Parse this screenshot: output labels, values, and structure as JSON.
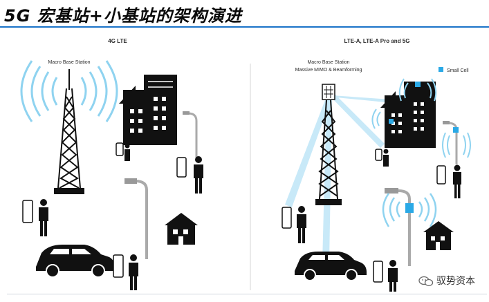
{
  "title": "5G 宏基站+小基站的架构演进",
  "left_panel": {
    "heading": "4G LTE",
    "station_label": "Macro Base Station"
  },
  "right_panel": {
    "heading": "LTE-A, LTE-A Pro and 5G",
    "station_label_line1": "Macro Base Station",
    "station_label_line2": "Massive MIMO & Beamforming",
    "legend_label": "Small Cell"
  },
  "watermark": "驭势资本",
  "colors": {
    "title_rule": "#1a73c8",
    "beam": "#8fd3f0",
    "small_cell": "#2aa9e6",
    "dark": "#111111"
  }
}
